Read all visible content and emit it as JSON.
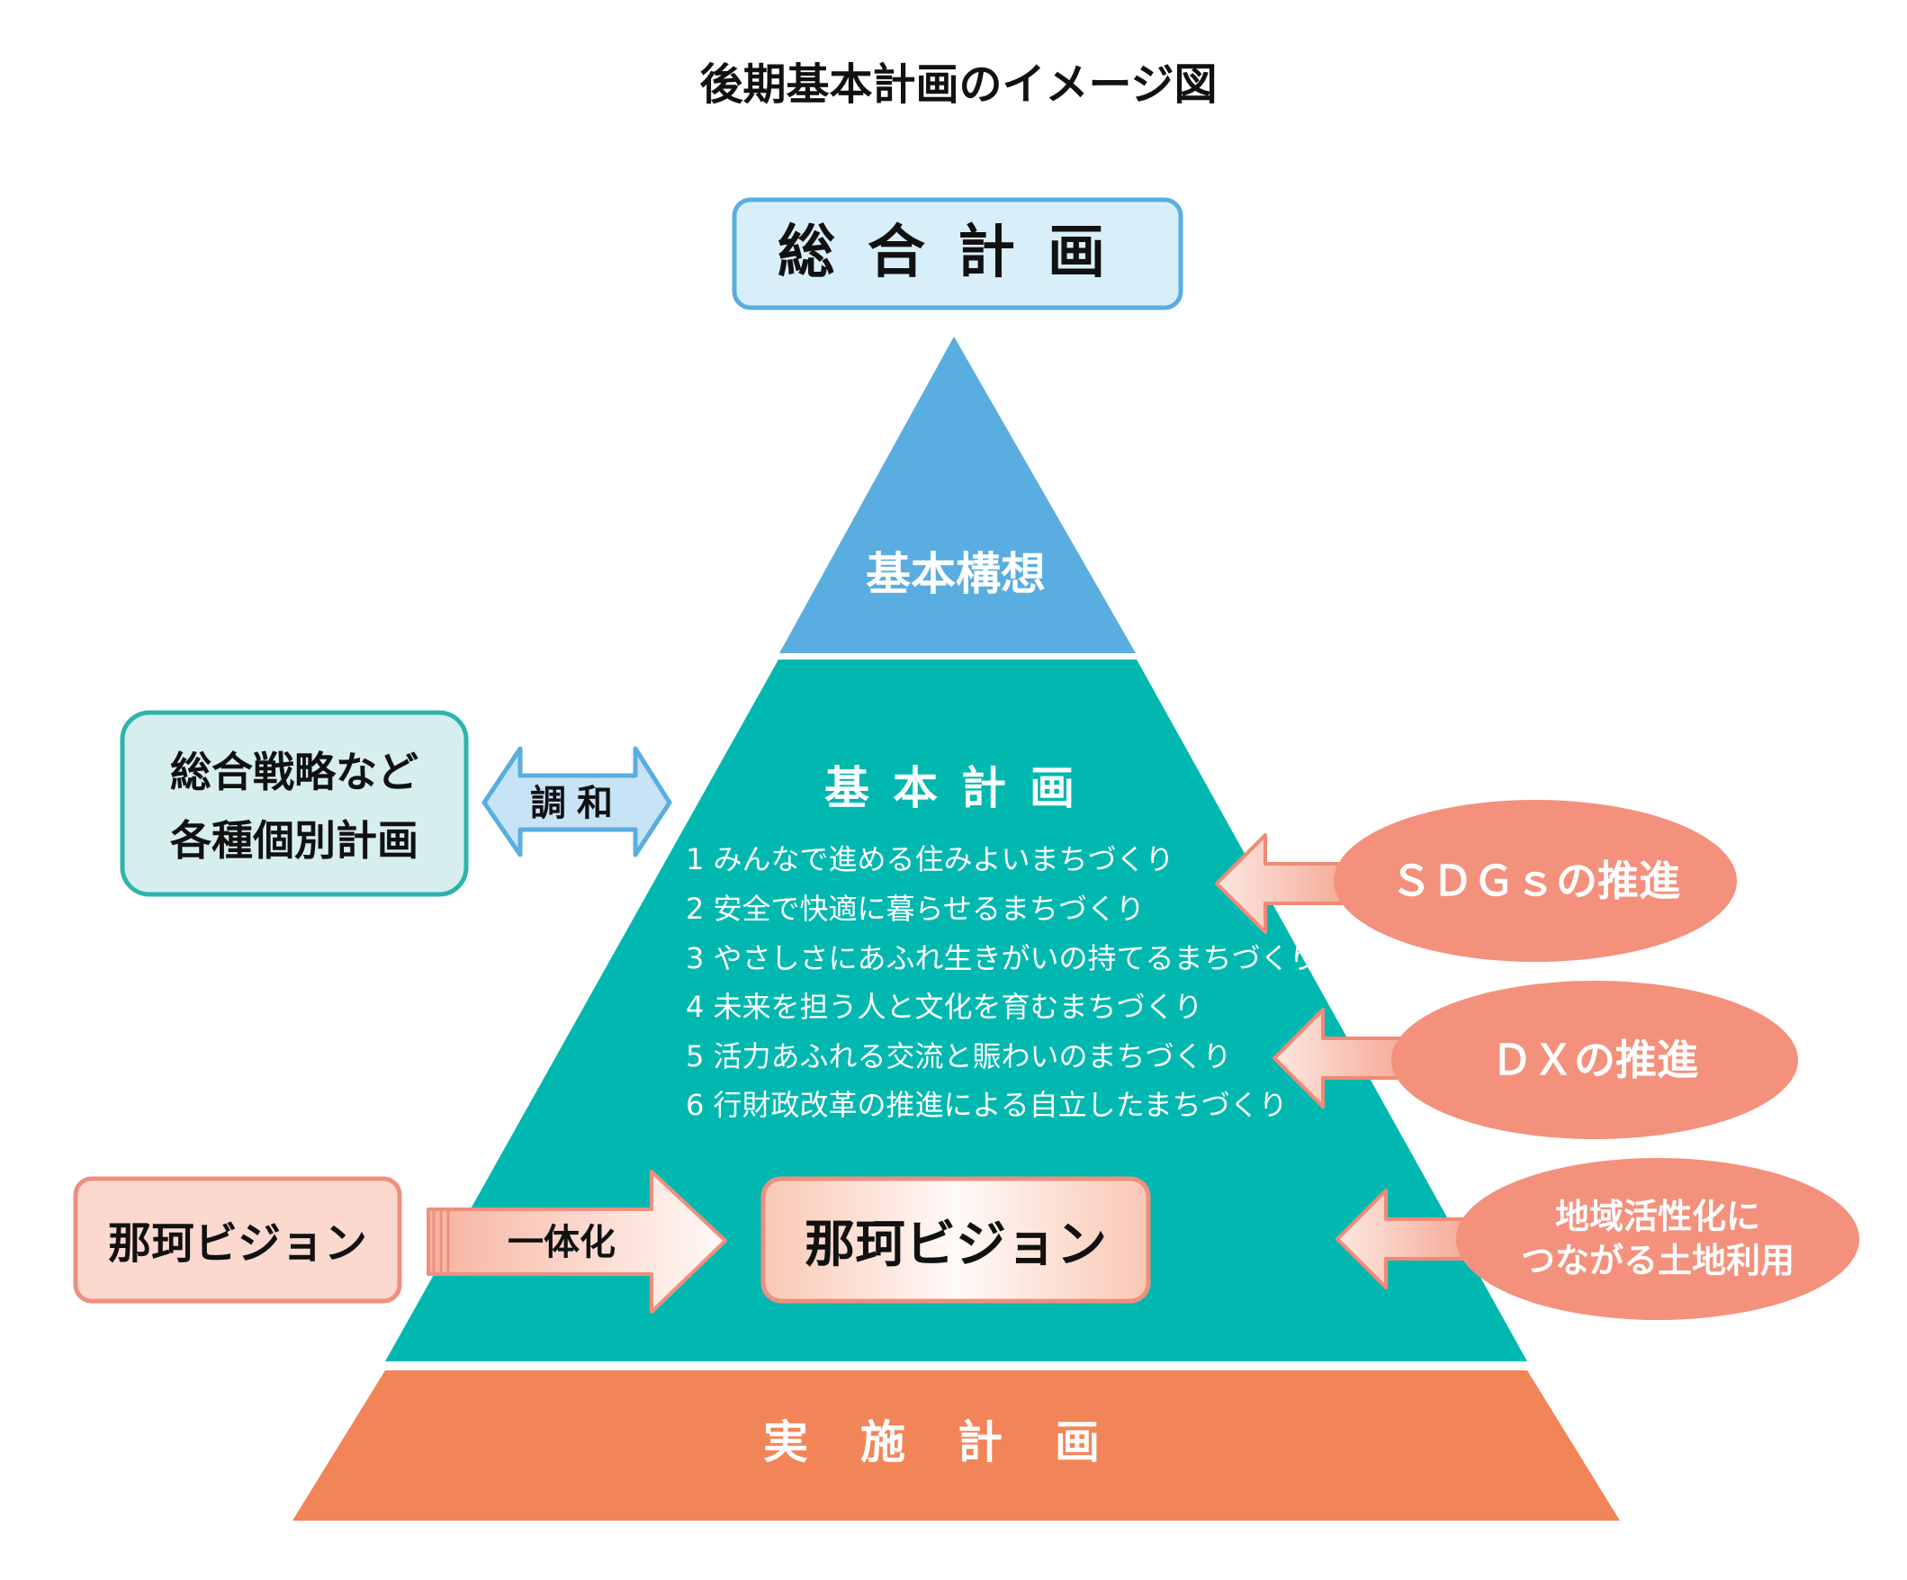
{
  "title": "後期基本計画のイメージ図",
  "top_box": {
    "label": "総合計画"
  },
  "pyramid": {
    "apex": {
      "label": "基本構想"
    },
    "middle": {
      "label": "基本計画",
      "items": [
        "1 みんなで進める住みよいまちづくり",
        "2 安全で快適に暮らせるまちづくり",
        "3 やさしさにあふれ生きがいの持てるまちづくり",
        "4 未来を担う人と文化を育むまちづくり",
        "5 活力あふれる交流と賑わいのまちづくり",
        "6 行財政改革の推進による自立したまちづくり"
      ],
      "inner_box": {
        "label": "那珂ビジョン"
      }
    },
    "base": {
      "label": "実施計画"
    }
  },
  "left_boxes": {
    "strategy": {
      "line1": "総合戦略など",
      "line2": "各種個別計画"
    },
    "harmony_arrow": {
      "label": "調和"
    },
    "vision": {
      "label": "那珂ビジョン"
    },
    "integration_arrow": {
      "label": "一体化"
    }
  },
  "right_ovals": [
    {
      "line1": "ＳＤＧｓの推進",
      "line2": ""
    },
    {
      "line1": "ＤＸの推進",
      "line2": ""
    },
    {
      "line1": "地域活性化に",
      "line2": "つながる土地利用"
    }
  ],
  "colors": {
    "apex": "#5aade0",
    "middle": "#00b8b0",
    "base": "#f28558",
    "top_box_fill": "#d8eff9",
    "top_box_stroke": "#5aade0",
    "strategy_fill": "#d6eeee",
    "strategy_stroke": "#2fb4ac",
    "harmony_fill": "#c7e3f6",
    "harmony_stroke": "#5aade0",
    "vision_fill": "#fbd9cf",
    "vision_stroke": "#ef8f7e",
    "oval_fill": "#f4917c",
    "arrow_stroke": "#f08a76"
  }
}
